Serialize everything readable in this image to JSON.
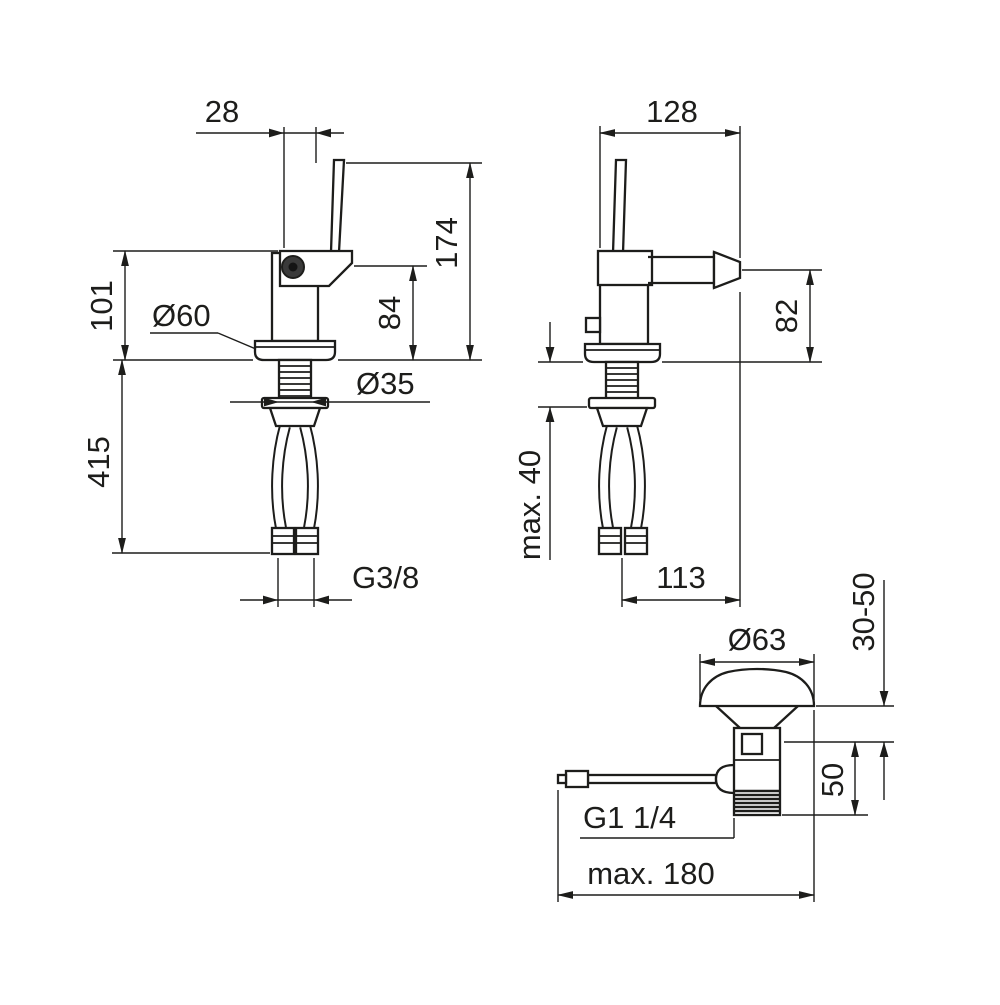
{
  "meta": {
    "type": "technical-dimension-drawing",
    "subject": "single-lever bidet mixer with pop-up drain set",
    "colors": {
      "line": "#1d1d1b",
      "background": "#ffffff"
    }
  },
  "front": {
    "d28": "28",
    "d174": "174",
    "d101": "101",
    "d84": "84",
    "d60": "Ø60",
    "d35": "Ø35",
    "d415": "415",
    "g38": "G3/8"
  },
  "side": {
    "d128": "128",
    "d82": "82",
    "max40": "max. 40",
    "d113": "113"
  },
  "drain": {
    "d63": "Ø63",
    "r3050": "30-50",
    "d50": "50",
    "g114": "G1 1/4",
    "max180": "max. 180"
  }
}
